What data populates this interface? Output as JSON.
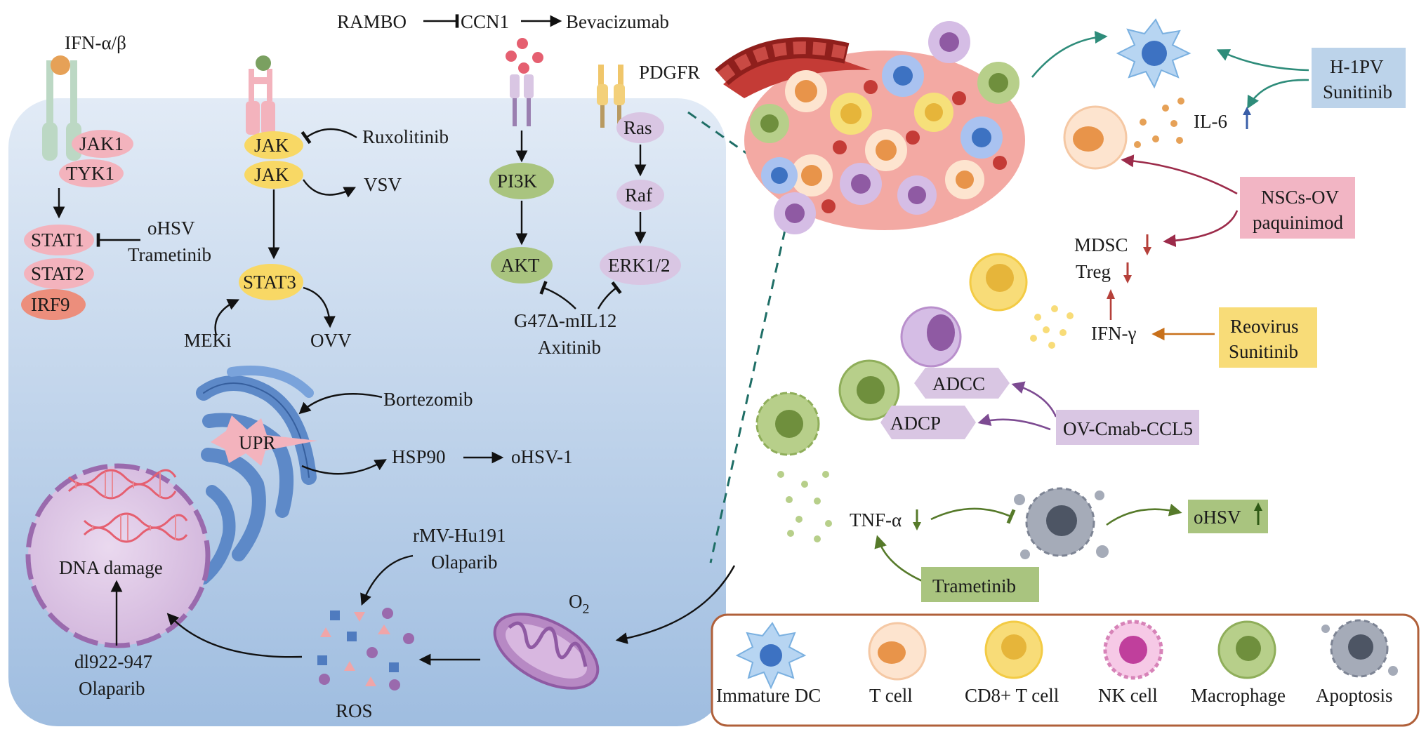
{
  "colors": {
    "cell_bg_top": "#dde8f5",
    "cell_bg_bottom": "#a8c4e4",
    "pink": "#f3b3bd",
    "yellow": "#f8d865",
    "green": "#a9c47f",
    "lilac": "#d9c6e3",
    "salmon": "#ec8e7c",
    "blue_box": "#bcd3ea",
    "pink_box": "#f2b5c4",
    "yellow_box": "#f8dc78",
    "lilac_box": "#d9c6e3",
    "green_box": "#a9c47f",
    "legend_border": "#b0603a"
  },
  "top_pathway": {
    "rambo": "RAMBO",
    "ccn1": "CCN1",
    "bevacizumab": "Bevacizumab"
  },
  "ifn": {
    "ligand": "IFN-α/β",
    "jak1": "JAK1",
    "tyk1": "TYK1",
    "stat1": "STAT1",
    "stat2": "STAT2",
    "irf9": "IRF9",
    "inhibitor_line1": "oHSV",
    "inhibitor_line2": "Trametinib"
  },
  "jak": {
    "jak_a": "JAK",
    "jak_b": "JAK",
    "ruxolitinib": "Ruxolitinib",
    "vsv": "VSV",
    "stat3": "STAT3",
    "meki": "MEKi",
    "ovv": "OVV"
  },
  "pi3k": {
    "pi3k": "PI3K",
    "akt": "AKT",
    "pdgfr": "PDGFR",
    "ras": "Ras",
    "raf": "Raf",
    "erk": "ERK1/2",
    "drug_line1": "G47Δ-mIL12",
    "drug_line2": "Axitinib"
  },
  "er": {
    "bortezomib": "Bortezomib",
    "upr": "UPR",
    "hsp90": "HSP90",
    "ohsv1": "oHSV-1"
  },
  "nucleus": {
    "dna_damage": "DNA damage",
    "drug_line1": "dl922-947",
    "drug_line2": "Olaparib"
  },
  "ros": {
    "drug_line1": "rMV-Hu191",
    "drug_line2": "Olaparib",
    "ros": "ROS",
    "o2_base": "O",
    "o2_sub": "2"
  },
  "right": {
    "h1pv_line1": "H-1PV",
    "h1pv_line2": "Sunitinib",
    "il6": "IL-6",
    "nscs_line1": "NSCs-OV",
    "nscs_line2": "paquinimod",
    "mdsc": "MDSC",
    "treg": "Treg",
    "ifng": "IFN-γ",
    "reo_line1": "Reovirus",
    "reo_line2": "Sunitinib",
    "adcc": "ADCC",
    "adcp": "ADCP",
    "ovcmab": "OV-Cmab-CCL5",
    "tnfa": "TNF-α",
    "ohsv": "oHSV",
    "trametinib": "Trametinib"
  },
  "legend": {
    "items": [
      {
        "label": "Immature DC",
        "icon": "immature-dc-icon"
      },
      {
        "label": "T cell",
        "icon": "t-cell-icon"
      },
      {
        "label": "CD8+ T cell",
        "icon": "cd8-t-cell-icon"
      },
      {
        "label": "NK cell",
        "icon": "nk-cell-icon"
      },
      {
        "label": "Macrophage",
        "icon": "macrophage-icon"
      },
      {
        "label": "Apoptosis",
        "icon": "apoptosis-icon"
      }
    ]
  }
}
